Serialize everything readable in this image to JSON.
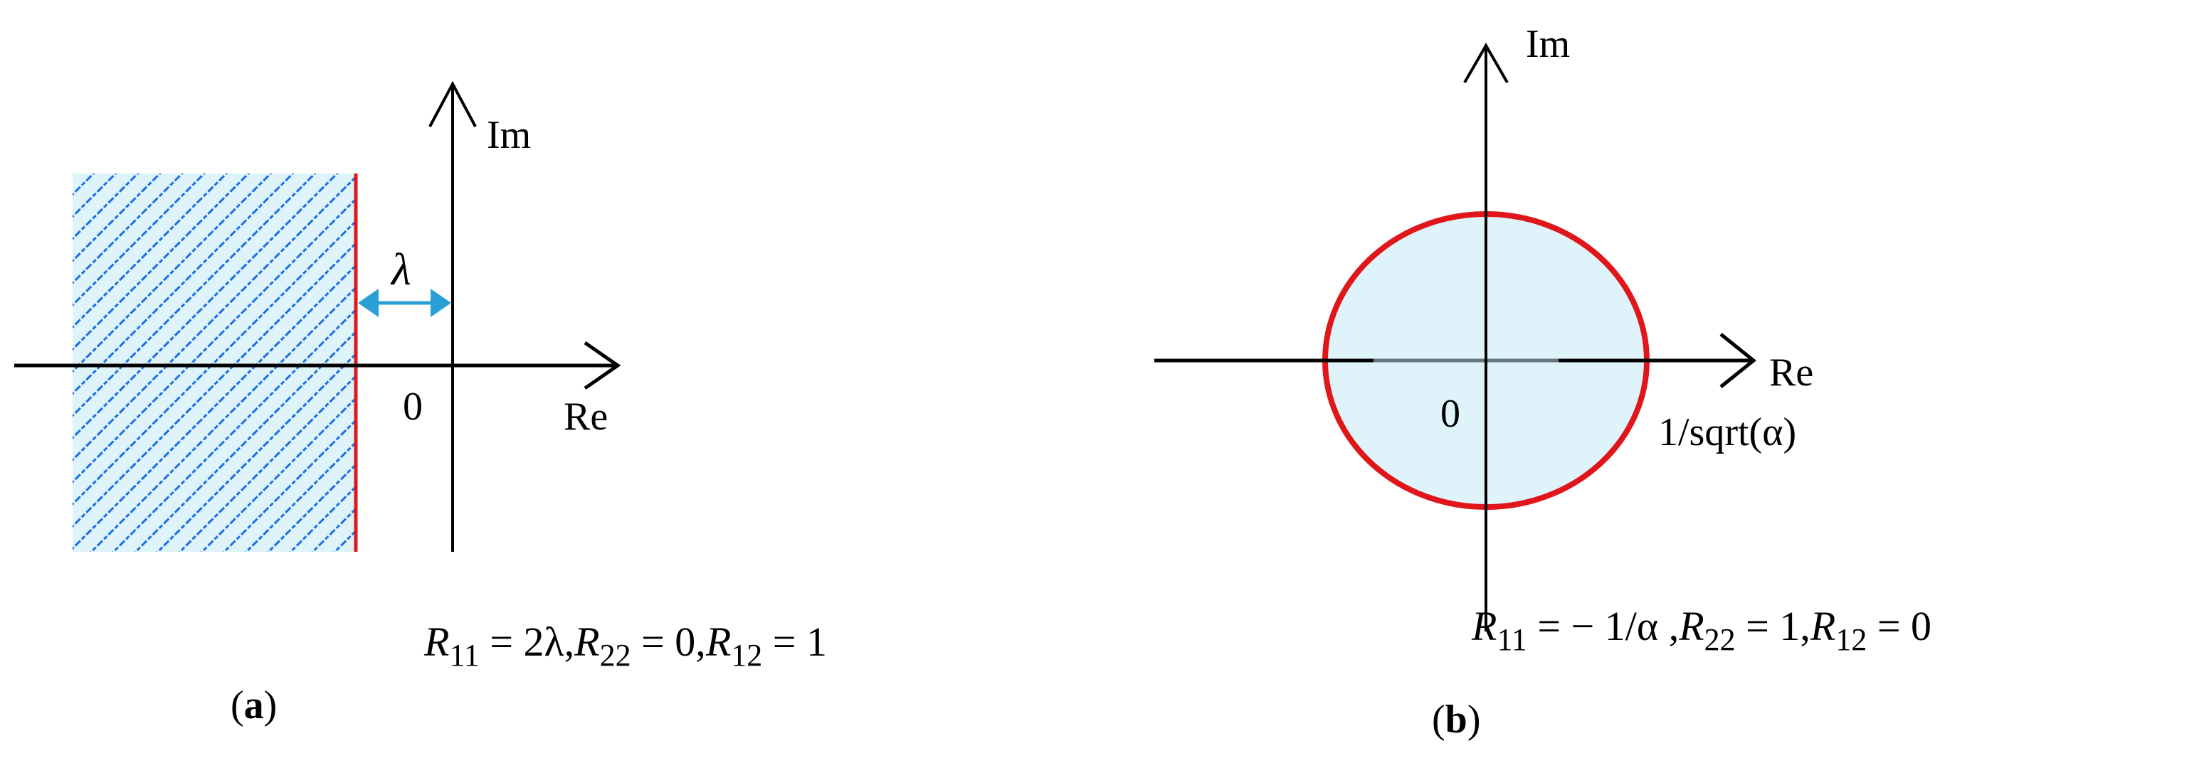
{
  "colors": {
    "axis": "#000000",
    "boundary": "#e0161b",
    "region_fill": "#dff3fb",
    "hatch": "#1a6fe6",
    "lambda_arrow": "#2a9fd6"
  },
  "panel_a": {
    "caption_open": "(",
    "caption_letter": "a",
    "caption_close": ")",
    "axis_im_label": "Im",
    "axis_re_label": "Re",
    "origin_label": "0",
    "distance_label": "λ",
    "formula": {
      "r11_sym": "R",
      "r11_sub": "11",
      "r11_val": " = 2λ,",
      "r22_sym": "R",
      "r22_sub": "22",
      "r22_val": " = 0,",
      "r12_sym": "R",
      "r12_sub": "12",
      "r12_val": " = 1"
    }
  },
  "panel_b": {
    "caption_open": "(",
    "caption_letter": "b",
    "caption_close": ")",
    "axis_im_label": "Im",
    "axis_re_label": "Re",
    "origin_label": "0",
    "radius_label": "1/sqrt(α)",
    "formula": {
      "r11_sym": "R",
      "r11_sub": "11",
      "r11_val": " = − 1/α ,",
      "r22_sym": "R",
      "r22_sub": "22",
      "r22_val": " = 1,",
      "r12_sym": "R",
      "r12_sub": "12",
      "r12_val": " = 0"
    }
  }
}
